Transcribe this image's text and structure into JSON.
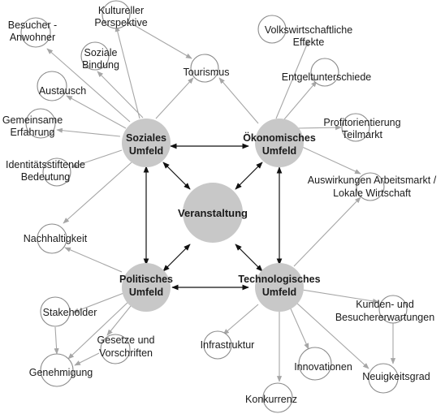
{
  "colors": {
    "hub_fill": "#c8c8c8",
    "leaf_stroke": "#8a8a8a",
    "arrow_gray": "#a6a6a6",
    "arrow_dark": "#111111",
    "text": "#1a1a1a"
  },
  "center": {
    "label": "Veranstaltung"
  },
  "hubs": {
    "sozial": {
      "line1": "Soziales",
      "line2": "Umfeld"
    },
    "oeko": {
      "line1": "Ökonomisches",
      "line2": "Umfeld"
    },
    "polit": {
      "line1": "Politisches",
      "line2": "Umfeld"
    },
    "tech": {
      "line1": "Technologisches",
      "line2": "Umfeld"
    }
  },
  "leaves": {
    "besucher": {
      "line1": "Besucher -",
      "line2": "Anwohner"
    },
    "kultur": {
      "line1": "Kultureller",
      "line2": "Perspektive"
    },
    "bindung": {
      "line1": "Soziale",
      "line2": "Bindung"
    },
    "austausch": {
      "line1": "Austausch"
    },
    "tourismus": {
      "line1": "Tourismus"
    },
    "gemeinsam": {
      "line1": "Gemeinsame",
      "line2": "Erfahrung"
    },
    "identitaet": {
      "line1": "Identitätsstiftende",
      "line2": "Bedeutung"
    },
    "nachhaltig": {
      "line1": "Nachhaltigkeit"
    },
    "volkswirt": {
      "line1": "Volkswirtschaftliche",
      "line2": "Effekte"
    },
    "entgelt": {
      "line1": "Entgeltunterschiede"
    },
    "profit": {
      "line1": "Profitorientierung",
      "line2": "Teilmarkt"
    },
    "arbeitsmarkt": {
      "line1": "Auswirkungen Arbeitsmarkt /",
      "line2": "Lokale Wirtschaft"
    },
    "stakeholder": {
      "line1": "Stakeholder"
    },
    "gesetze": {
      "line1": "Gesetze und",
      "line2": "Vorschriften"
    },
    "genehmigung": {
      "line1": "Genehmigung"
    },
    "infra": {
      "line1": "Infrastruktur"
    },
    "innov": {
      "line1": "Innovationen"
    },
    "konkurrenz": {
      "line1": "Konkurrenz"
    },
    "kunden": {
      "line1": "Kunden- und",
      "line2": "Besuchererwartungen"
    },
    "neuheit": {
      "line1": "Neuigkeitsgrad"
    }
  }
}
